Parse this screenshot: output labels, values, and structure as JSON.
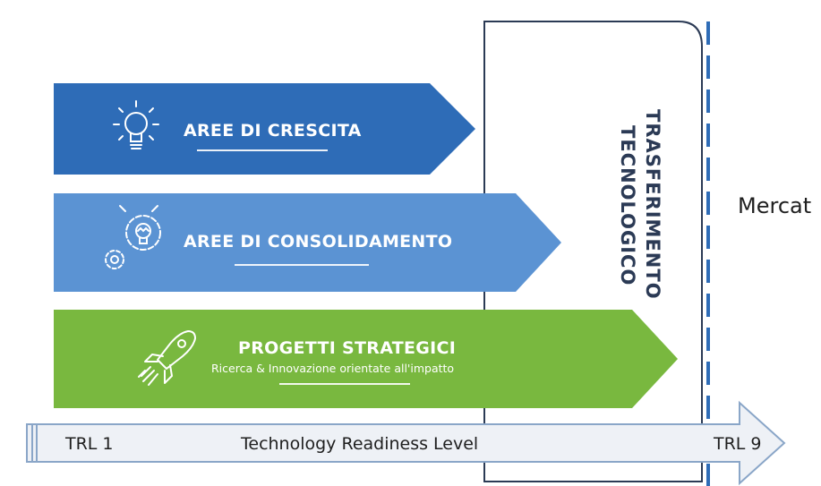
{
  "arrows": [
    {
      "title": "AREE DI CRESCITA",
      "icon": "lightbulb-icon",
      "color": "#2e6cb7"
    },
    {
      "title": "AREE DI CONSOLIDAMENTO",
      "icon": "gears-lightbulb-icon",
      "color": "#5b93d3"
    },
    {
      "title": "PROGETTI STRATEGICI",
      "subtitle": "Ricerca & Innovazione orientate all'impatto",
      "icon": "rocket-icon",
      "color": "#79b83f"
    }
  ],
  "transfer": {
    "line1": "TRASFERIMENTO",
    "line2": "TECNOLOGICO"
  },
  "market": {
    "label": "Mercat"
  },
  "trl_bar": {
    "start": "TRL 1",
    "label": "Technology Readiness Level",
    "end": "TRL 9"
  },
  "colors": {
    "boundary_dash": "#2e6cb7",
    "box_stroke": "#2b3a55",
    "bar_fill": "#eef1f6",
    "bar_stroke": "#8aa6c8"
  }
}
